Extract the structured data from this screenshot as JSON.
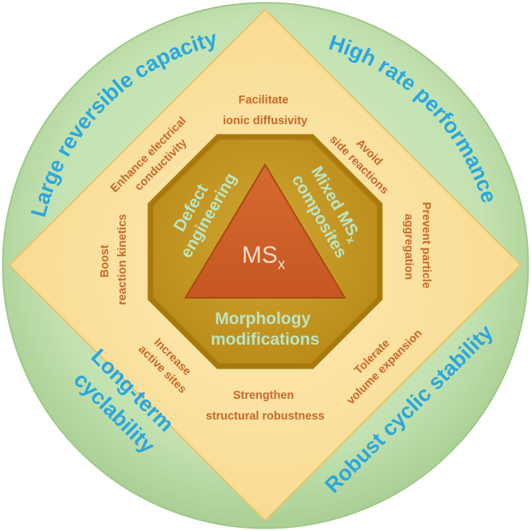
{
  "colors": {
    "outer_circle": "#bfe0ad",
    "diamond": "#fbe2a0",
    "octagon": "#c79a24",
    "triangle": "#d3612a",
    "outer_text": "#2aa6de",
    "benefit_text": "#c9682a",
    "strategy_text": "#b9e6c6"
  },
  "outer_ring": {
    "top_left": "Large reversible capacity",
    "top_right": "High rate performance",
    "bottom_left_1": "Long-term",
    "bottom_left_2": "cyclability",
    "bottom_right": "Robust cyclic stability"
  },
  "benefits": {
    "facilitate_1": "Facilitate",
    "facilitate_2": "ionic diffusivity",
    "avoid_1": "Avoid",
    "avoid_2": "side reactions",
    "enhance_1": "Enhance electrical",
    "enhance_2": "conductivity",
    "boost_1": "Boost",
    "boost_2": "reaction kinetics",
    "prevent_1": "Prevent particle",
    "prevent_2": "aggregation",
    "increase_1": "Increase",
    "increase_2": "active sites",
    "tolerate_1": "Tolerate",
    "tolerate_2": "volume expansion",
    "strengthen_1": "Strengthen",
    "strengthen_2": "structural robustness"
  },
  "strategies": {
    "defect_1": "Defect",
    "defect_2": "engineering",
    "mixed_1": "Mixed MS",
    "mixed_sub": "x",
    "mixed_2": "composites",
    "morph_1": "Morphology",
    "morph_2": "modifications"
  },
  "core": {
    "label": "MS",
    "sub": "x"
  }
}
